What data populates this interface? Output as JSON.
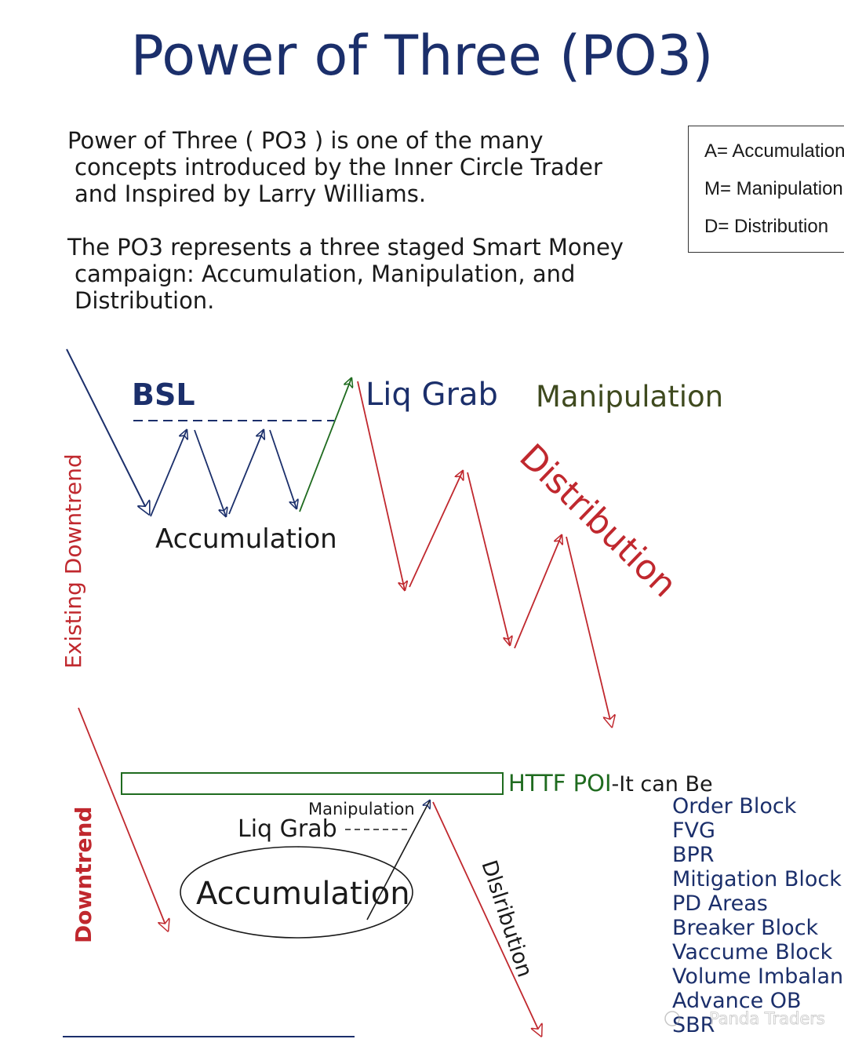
{
  "title": "Power of Three (PO3)",
  "intro": {
    "p1": [
      "Power of Three ( PO3 ) is one of the many",
      "concepts introduced by the Inner Circle Trader",
      "and Inspired by Larry Williams."
    ],
    "p2": [
      "The PO3 represents a three staged Smart Money",
      "campaign: Accumulation, Manipulation, and",
      "Distribution."
    ]
  },
  "legend": {
    "a": "A= Accumulation",
    "m": "M= Manipulation",
    "d": "D= Distribution"
  },
  "top_diagram": {
    "bsl": "BSL",
    "liq_grab": "Liq Grab",
    "manipulation": "Manipulation",
    "accumulation": "Accumulation",
    "distribution": "Distribution",
    "existing_downtrend": "Existing Downtrend"
  },
  "bottom_diagram": {
    "downtrend": "Downtrend",
    "manipulation": "Manipulation",
    "liq_grab": "Liq Grab",
    "accumulation": "Accumulation",
    "distribution": "Dlslribution",
    "htf_poi": "HTTF POI",
    "it_can_be": "-It can Be",
    "poi_types": [
      "Order Block",
      "FVG",
      "BPR",
      "Mitigation Block",
      "PD Areas",
      "Breaker Block",
      "Vaccume Block",
      "Volume Imbalance",
      "Advance OB",
      "SBR"
    ]
  },
  "watermark": "Panda Traders",
  "colors": {
    "navy": "#1b2f6b",
    "red": "#c0282e",
    "green": "#1f6b1f",
    "olive": "#3f4a1f"
  }
}
